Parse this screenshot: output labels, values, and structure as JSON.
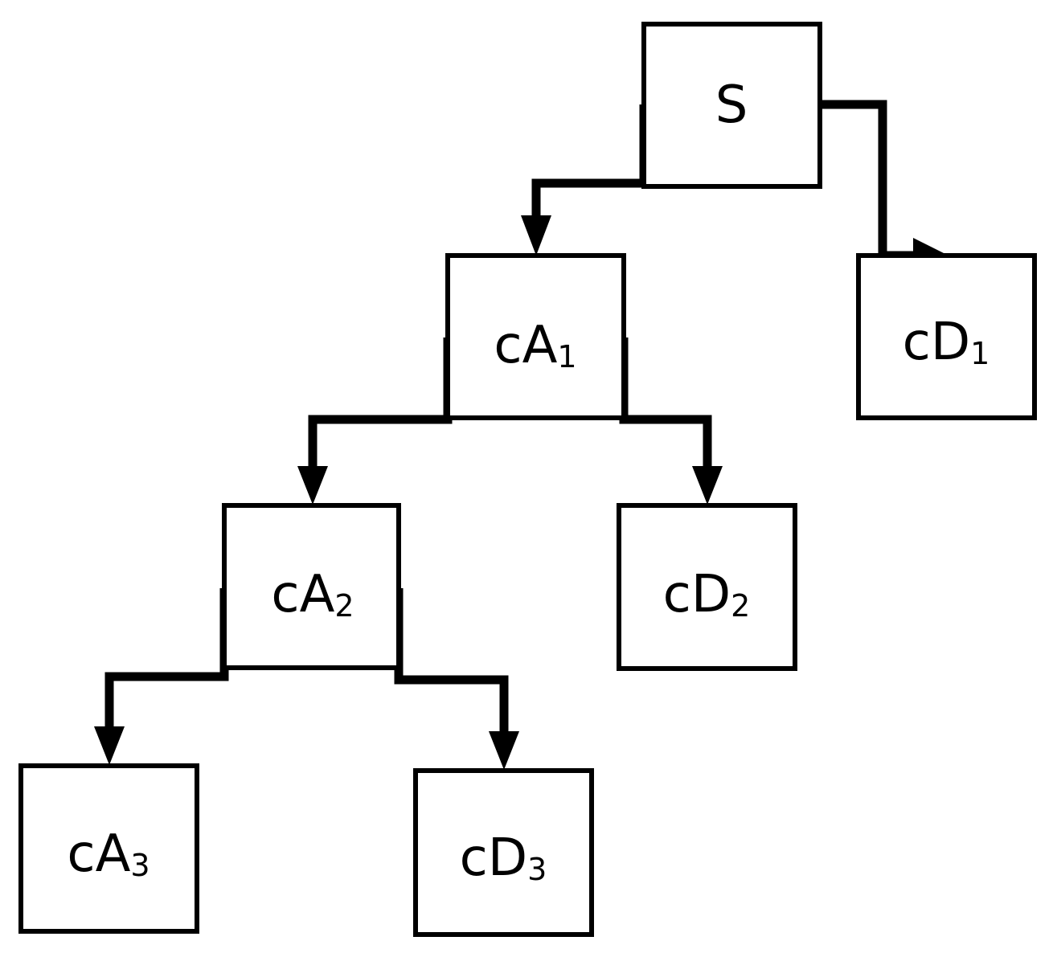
{
  "diagram": {
    "type": "wavelet-decomposition-tree",
    "nodes": {
      "s": {
        "base": "S",
        "sub": ""
      },
      "ca1": {
        "base": "cA",
        "sub": "1"
      },
      "cd1": {
        "base": "cD",
        "sub": "1"
      },
      "ca2": {
        "base": "cA",
        "sub": "2"
      },
      "cd2": {
        "base": "cD",
        "sub": "2"
      },
      "ca3": {
        "base": "cA",
        "sub": "3"
      },
      "cd3": {
        "base": "cD",
        "sub": "3"
      }
    },
    "edges": [
      {
        "from": "s",
        "to": "ca1"
      },
      {
        "from": "s",
        "to": "cd1"
      },
      {
        "from": "ca1",
        "to": "ca2"
      },
      {
        "from": "ca1",
        "to": "cd2"
      },
      {
        "from": "ca2",
        "to": "ca3"
      },
      {
        "from": "ca2",
        "to": "cd3"
      }
    ]
  }
}
